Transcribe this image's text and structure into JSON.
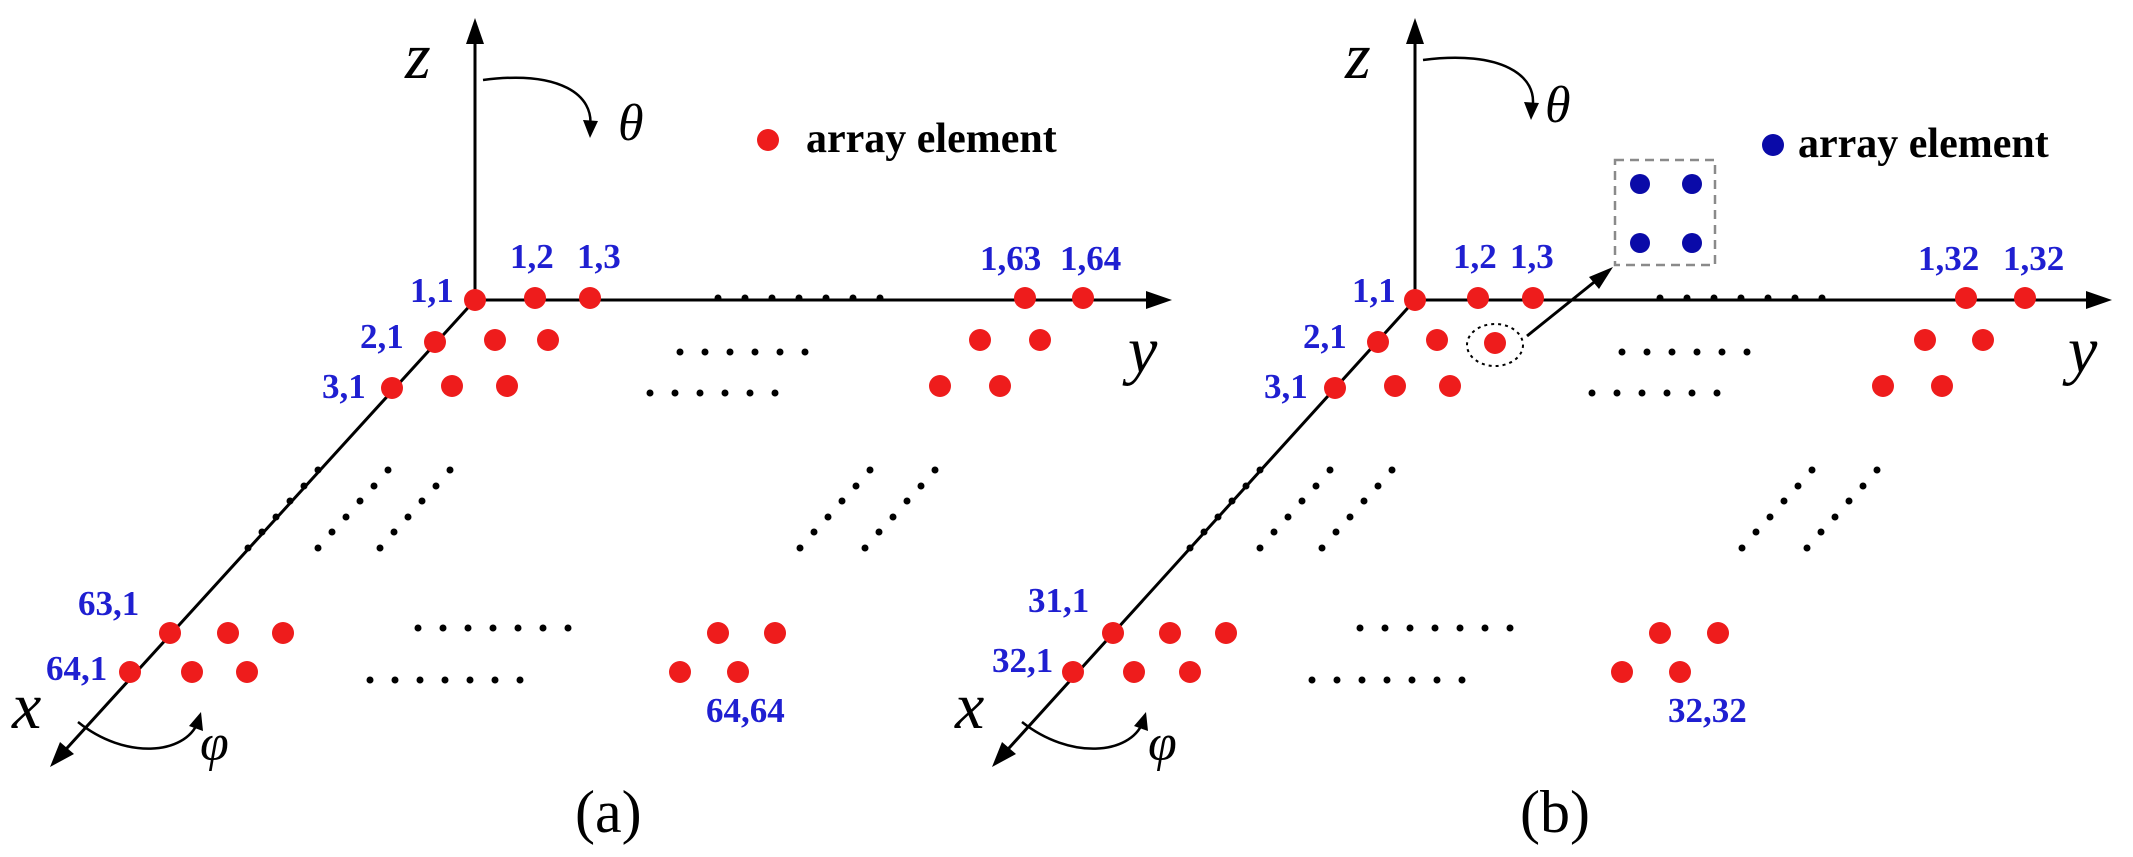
{
  "colors": {
    "element_red": "#ee1c1c",
    "element_blue": "#0a0aa8",
    "label_blue": "#1f1fd1",
    "axis": "#000000",
    "box_border": "#8a8a8a"
  },
  "icons": [
    "arrow-icon",
    "curved-arrow-icon",
    "dot-icon",
    "dashed-box-icon",
    "ellipsis-dots-icon"
  ],
  "panel_a": {
    "axes": {
      "x": "x",
      "y": "y",
      "z": "z"
    },
    "angles": {
      "theta": "θ",
      "phi": "φ"
    },
    "legend": "array element",
    "labels": {
      "l11": "1,1",
      "l12": "1,2",
      "l13": "1,3",
      "l163": "1,63",
      "l164": "1,64",
      "l21": "2,1",
      "l31": "3,1",
      "l631": "63,1",
      "l641": "64,1",
      "l6464": "64,64"
    },
    "caption": "(a)"
  },
  "panel_b": {
    "axes": {
      "x": "x",
      "y": "y",
      "z": "z"
    },
    "angles": {
      "theta": "θ",
      "phi": "φ"
    },
    "legend": "array element",
    "labels": {
      "l11": "1,1",
      "l12": "1,2",
      "l13": "1,3",
      "l132a": "1,32",
      "l132b": "1,32",
      "l21": "2,1",
      "l31": "3,1",
      "l311": "31,1",
      "l321": "32,1",
      "l3232": "32,32"
    },
    "caption": "(b)"
  }
}
